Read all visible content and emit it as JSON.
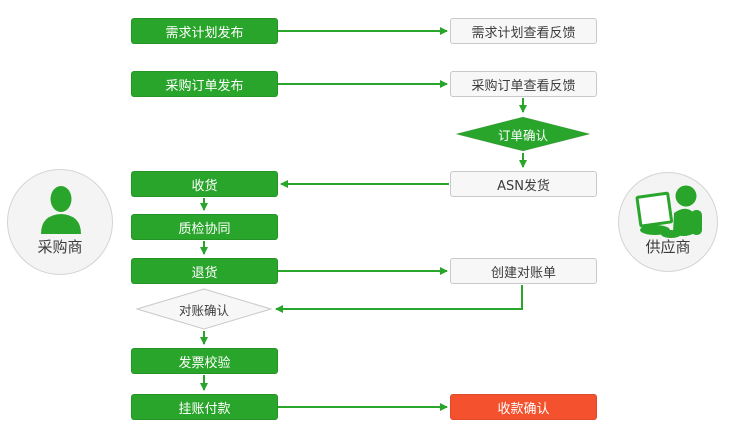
{
  "colors": {
    "green": "#2aa52c",
    "red": "#f4512e",
    "boxgray": "#f7f7f7",
    "boxborder": "#c9c9c9",
    "circlegray": "#f4f4f4",
    "circleborder": "#d4d4d4",
    "textdark": "#3c3c3c"
  },
  "actors": {
    "buyer": {
      "label": "采购商"
    },
    "supplier": {
      "label": "供应商"
    }
  },
  "nodes": {
    "demand_plan_publish": {
      "label": "需求计划发布"
    },
    "demand_plan_feedback": {
      "label": "需求计划查看反馈"
    },
    "po_publish": {
      "label": "采购订单发布"
    },
    "po_feedback": {
      "label": "采购订单查看反馈"
    },
    "order_confirm": {
      "label": "订单确认"
    },
    "asn_ship": {
      "label": "ASN发货"
    },
    "receive_goods": {
      "label": "收货"
    },
    "quality_check": {
      "label": "质检协同"
    },
    "return_goods": {
      "label": "退货"
    },
    "create_statement": {
      "label": "创建对账单"
    },
    "reconcile_confirm": {
      "label": "对账确认"
    },
    "invoice_verify": {
      "label": "发票校验"
    },
    "book_payment": {
      "label": "挂账付款"
    },
    "payment_confirm": {
      "label": "收款确认"
    }
  }
}
